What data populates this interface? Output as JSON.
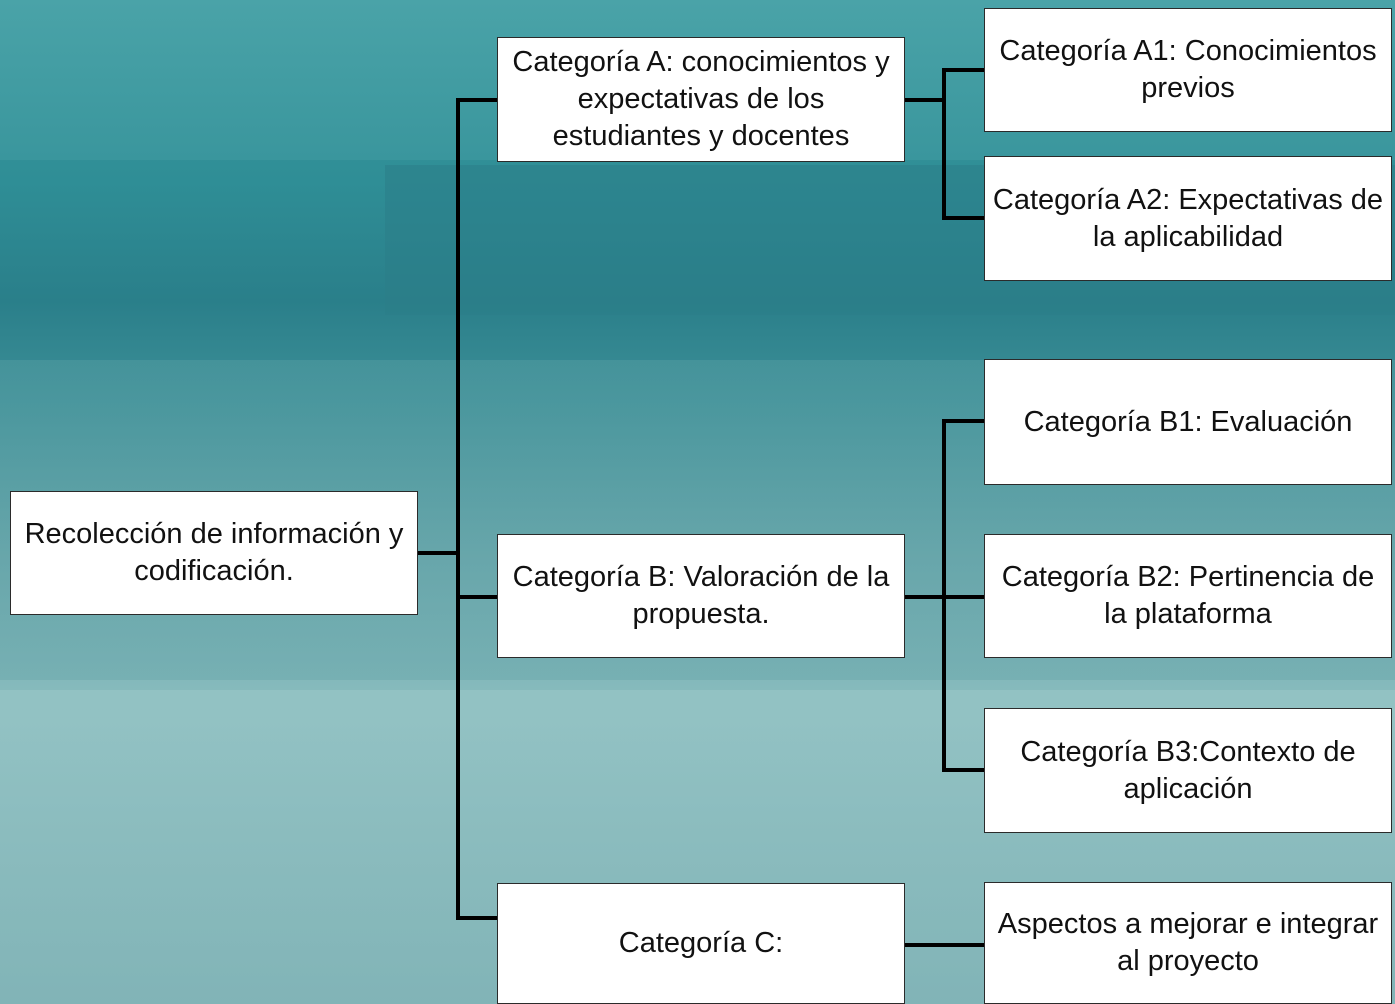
{
  "diagram": {
    "root": {
      "label": "Recolección de información y codificación."
    },
    "categories": [
      {
        "label": "Categoría A: conocimientos y expectativas de los estudiantes y docentes",
        "children": [
          {
            "label": "Categoría A1: Conocimientos previos"
          },
          {
            "label": "Categoría A2: Expectativas de la aplicabilidad"
          }
        ]
      },
      {
        "label": "Categoría B: Valoración de la propuesta.",
        "children": [
          {
            "label": "Categoría B1: Evaluación"
          },
          {
            "label": "Categoría B2: Pertinencia de la plataforma"
          },
          {
            "label": "Categoría B3:Contexto de aplicación"
          }
        ]
      },
      {
        "label": "Categoría C:",
        "children": [
          {
            "label": "Aspectos a mejorar e integrar al proyecto"
          }
        ]
      }
    ]
  },
  "colors": {
    "background": "#3f9aa0",
    "box_fill": "#ffffff",
    "connector": "#000000"
  }
}
